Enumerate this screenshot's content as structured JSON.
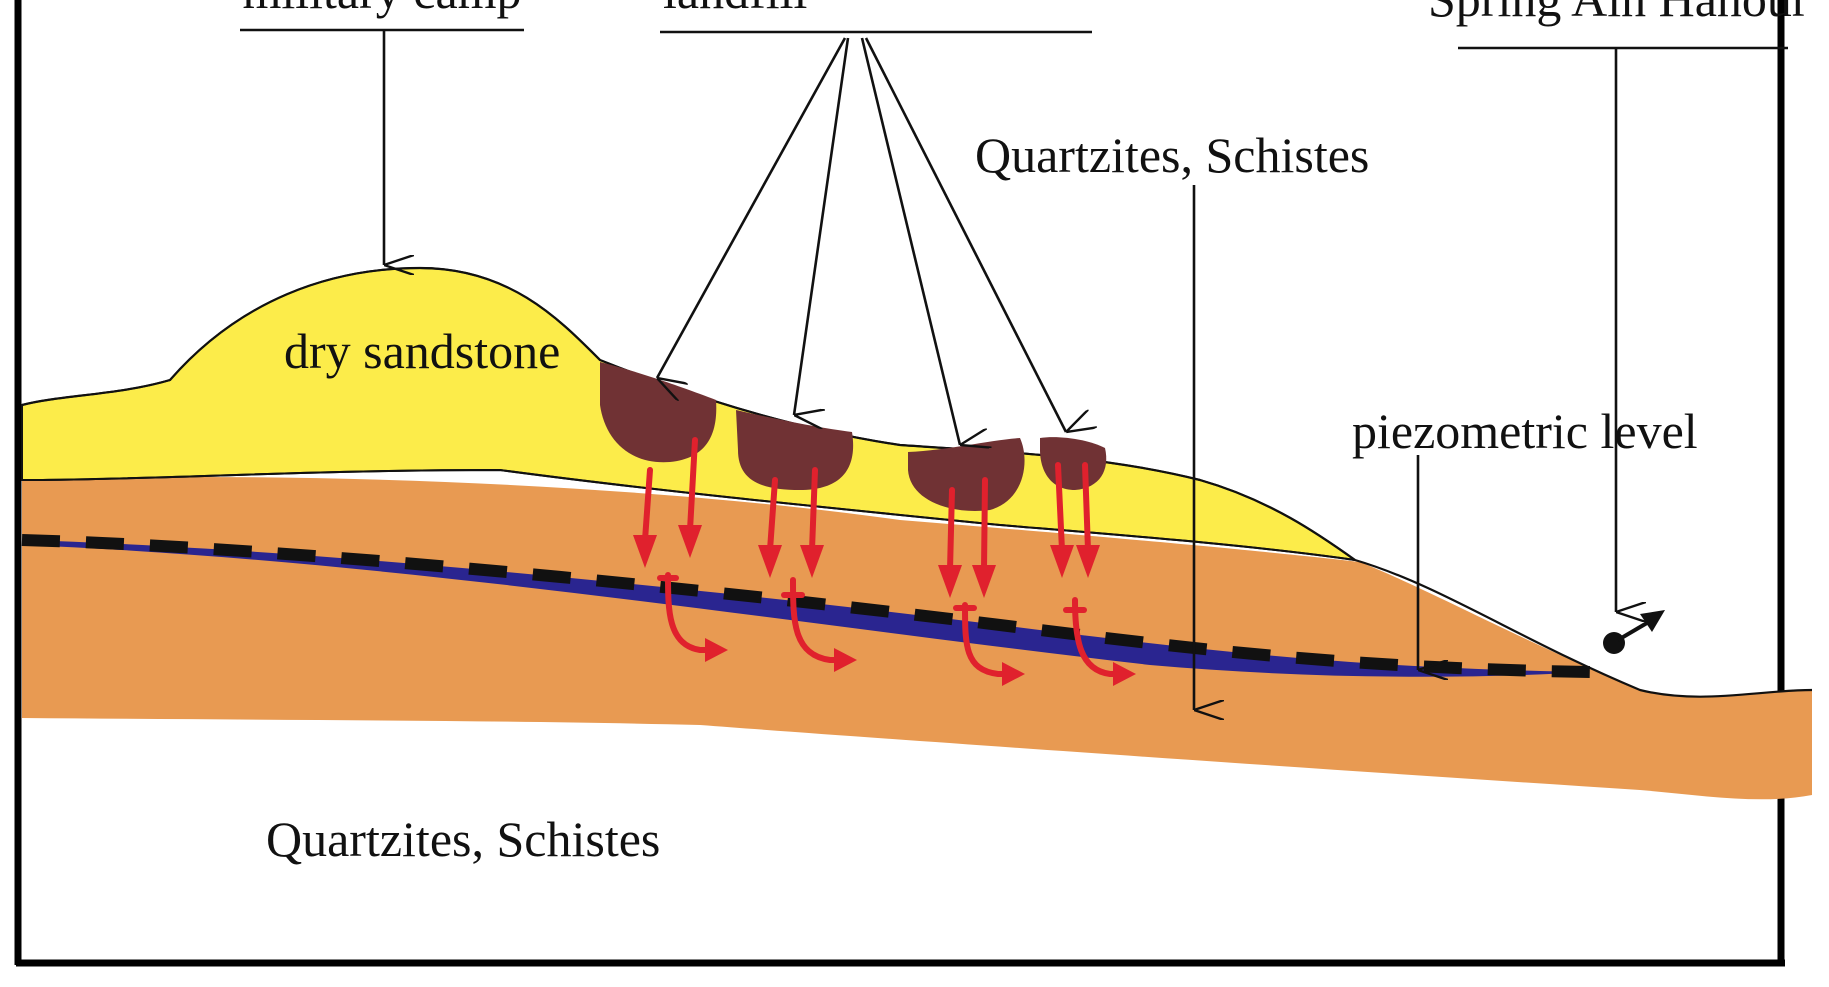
{
  "labels": {
    "military_camp": "military camp",
    "landfill": "landfill",
    "spring": "Spring Ain Hanour",
    "quartzites_upper": "Quartzites, Schistes",
    "dry_sandstone": "dry sandstone",
    "piezometric_level": "piezometric level",
    "quartzites_lower": "Quartzites, Schistes"
  },
  "colors": {
    "dry_sandstone": "#fcec4a",
    "aquifer_layer": "#e89a52",
    "landfill_waste": "#703234",
    "contaminant_flow": "#e0212d",
    "groundwater": "#2a2590",
    "piezometric_line": "#111111",
    "frame": "#000000"
  }
}
